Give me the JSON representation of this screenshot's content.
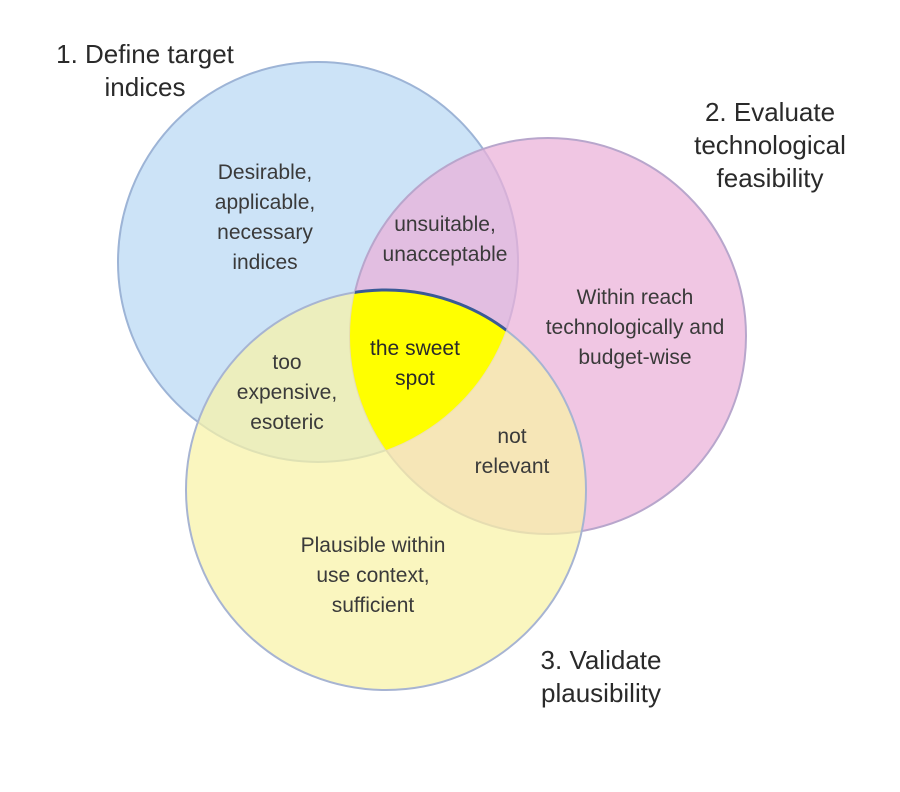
{
  "circles": [
    {
      "id": "target",
      "heading": "1. Define target\nindices",
      "region_text": "Desirable,\napplicable,\nnecessary\nindices",
      "fill": "#b8d8f4",
      "stroke": "#9db4d6"
    },
    {
      "id": "tech",
      "heading": "2. Evaluate\ntechnological\nfeasibility",
      "region_text": "Within reach\ntechnologically and\nbudget-wise",
      "fill": "#eab0d8",
      "stroke": "#b8a6cc"
    },
    {
      "id": "plaus",
      "heading": "3. Validate\nplausibility",
      "region_text": "Plausible within\nuse context,\nsufficient",
      "fill": "#f8f2a6",
      "stroke": "#a7b4d2"
    }
  ],
  "overlaps": {
    "target_tech": "unsuitable,\nunacceptable",
    "target_plaus": "too\nexpensive,\nesoteric",
    "tech_plaus": "not\nrelevant",
    "all": "the sweet\nspot"
  },
  "colors": {
    "sweet_spot_fill": "#ffff00",
    "sweet_spot_stroke": "#3a5a96"
  }
}
